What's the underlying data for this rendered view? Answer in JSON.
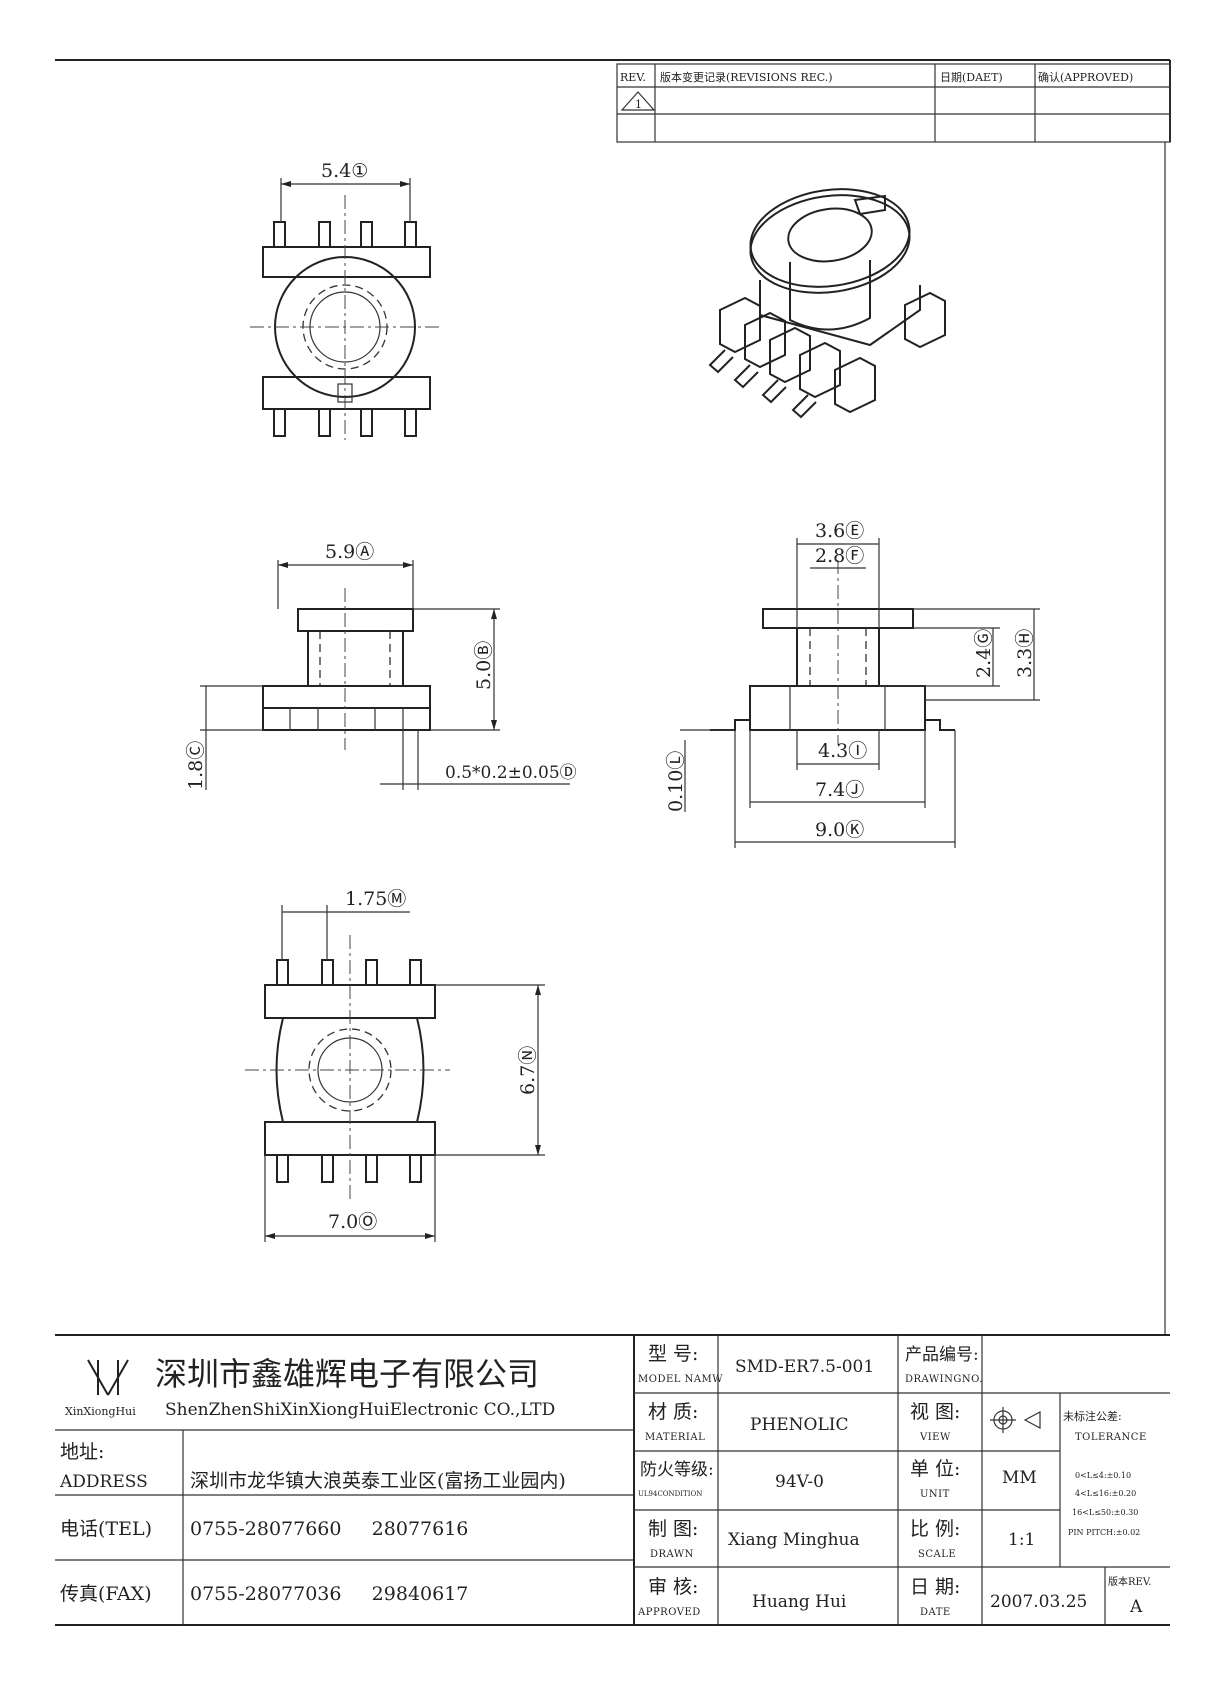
{
  "revisions": {
    "headers": [
      "REV.",
      "版本变更记录(REVISIONS REC.)",
      "日期(DAET)",
      "确认(APPROVED)"
    ],
    "rows": [
      [
        "1",
        "",
        "",
        ""
      ],
      [
        "",
        "",
        "",
        ""
      ]
    ]
  },
  "dimensions": {
    "top_width": "5.4①",
    "front_width": "5.9Ⓐ",
    "front_height": "5.0Ⓑ",
    "front_base": "1.8Ⓒ",
    "pin_size": "0.5*0.2±0.05Ⓓ",
    "side_top_outer": "3.6Ⓔ",
    "side_top_inner": "2.8Ⓕ",
    "side_h1": "2.4Ⓖ",
    "side_h2": "3.3Ⓗ",
    "side_w1": "4.3Ⓘ",
    "side_w2": "7.4Ⓙ",
    "side_w3": "9.0Ⓚ",
    "side_thick": "0.10Ⓛ",
    "pitch": "1.75Ⓜ",
    "bottom_height": "6.7Ⓝ",
    "bottom_width": "7.0Ⓞ"
  },
  "company": {
    "logo_text": "XinXiongHui",
    "name_cn": "深圳市鑫雄辉电子有限公司",
    "name_en": "ShenZhenShiXinXiongHuiElectronic CO.,LTD",
    "address_label_cn": "地址:",
    "address_label_en": "ADDRESS",
    "address": "深圳市龙华镇大浪英泰工业区(富扬工业园内)",
    "tel_label": "电话(TEL)",
    "tel": "0755-28077660     28077616",
    "fax_label": "传真(FAX)",
    "fax": "0755-28077036     29840617"
  },
  "title_block": {
    "model_label_cn": "型 号:",
    "model_label_en": "MODEL NAMW",
    "model": "SMD-ER7.5-001",
    "drawing_no_label_cn": "产品编号:",
    "drawing_no_label_en": "DRAWINGNO.",
    "material_label_cn": "材 质:",
    "material_label_en": "MATERIAL",
    "material": "PHENOLIC",
    "view_label_cn": "视 图:",
    "view_label_en": "VIEW",
    "flame_label_cn": "防火等级:",
    "flame_label_en": "UL94CONDITION",
    "flame": "94V-0",
    "unit_label_cn": "单 位:",
    "unit_label_en": "UNIT",
    "unit": "MM",
    "drawn_label_cn": "制 图:",
    "drawn_label_en": "DRAWN",
    "drawn": "Xiang Minghua",
    "scale_label_cn": "比 例:",
    "scale_label_en": "SCALE",
    "scale": "1:1",
    "approved_label_cn": "审 核:",
    "approved_label_en": "APPROVED",
    "approved": "Huang Hui",
    "date_label_cn": "日 期:",
    "date_label_en": "DATE",
    "date": "2007.03.25",
    "rev_label": "版本REV.",
    "rev": "A",
    "tolerance_title_cn": "未标注公差:",
    "tolerance_title_en": "TOLERANCE",
    "tolerance_lines": [
      "0<L≤4:±0.10",
      "4<L≤16:±0.20",
      "16<L≤50:±0.30",
      "PIN PITCH:±0.02"
    ]
  }
}
